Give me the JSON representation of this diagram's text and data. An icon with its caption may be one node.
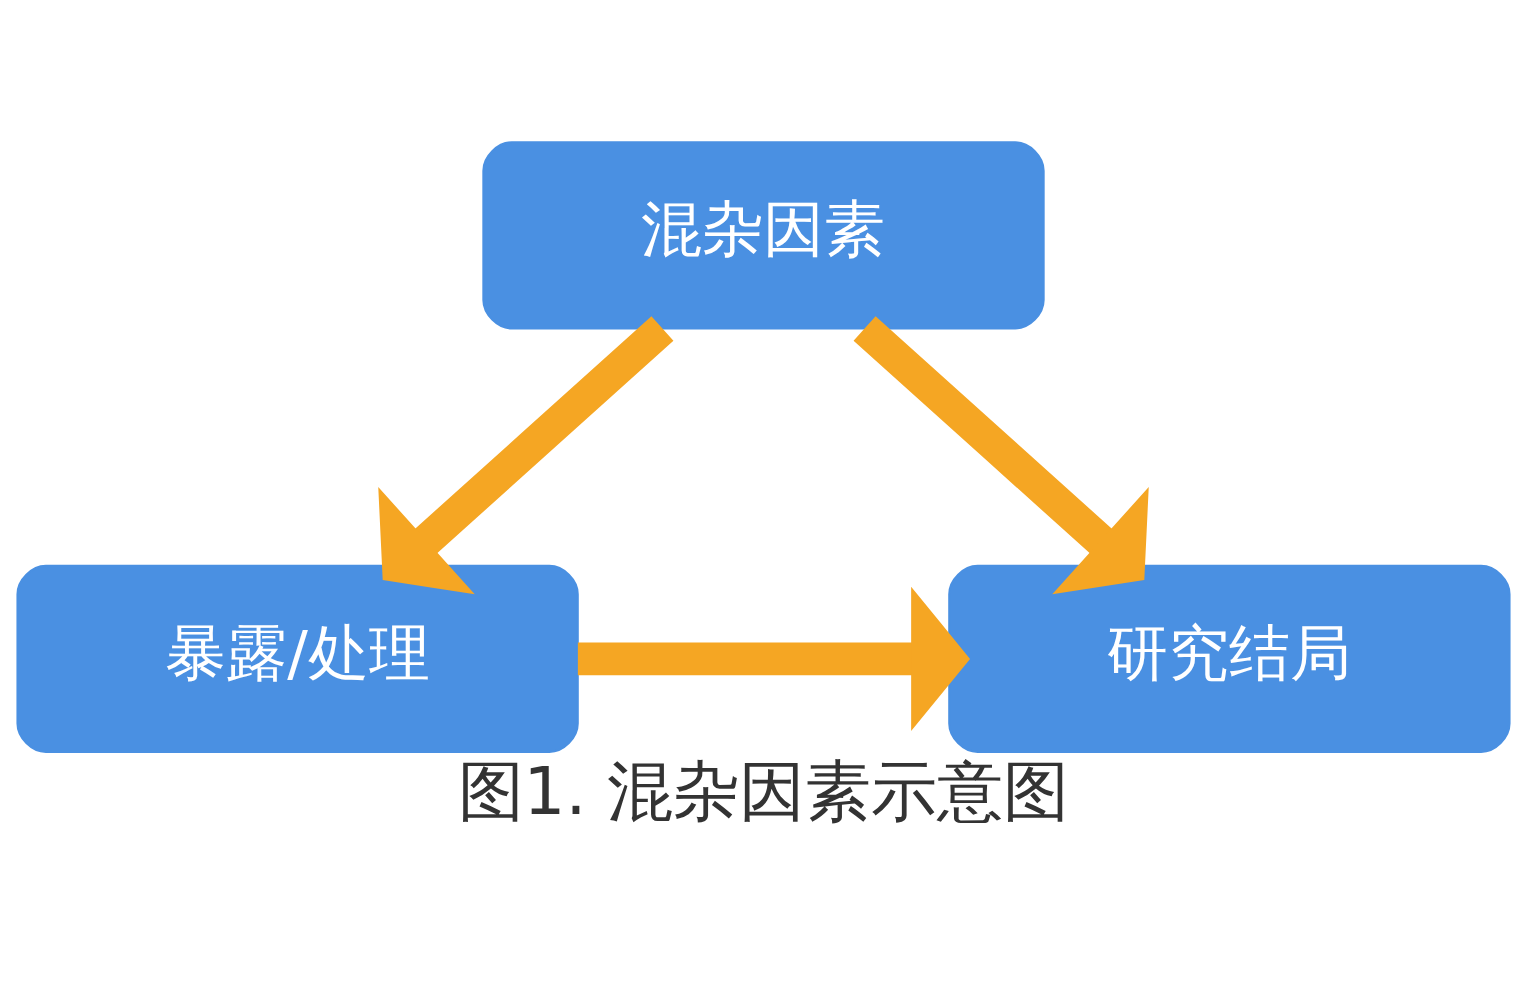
{
  "diagram": {
    "caption": "图1. 混杂因素示意图",
    "nodes": [
      {
        "text": [
          "混杂因素"
        ]
      },
      {
        "text": [
          "暴露/处理"
        ]
      },
      {
        "text": [
          "研究结局"
        ]
      }
    ],
    "edges": [
      {
        "from": 0,
        "to": 1,
        "arrow": "to"
      },
      {
        "from": 0,
        "to": 2,
        "arrow": "to"
      },
      {
        "from": 1,
        "to": 2,
        "arrow": "to"
      }
    ]
  }
}
